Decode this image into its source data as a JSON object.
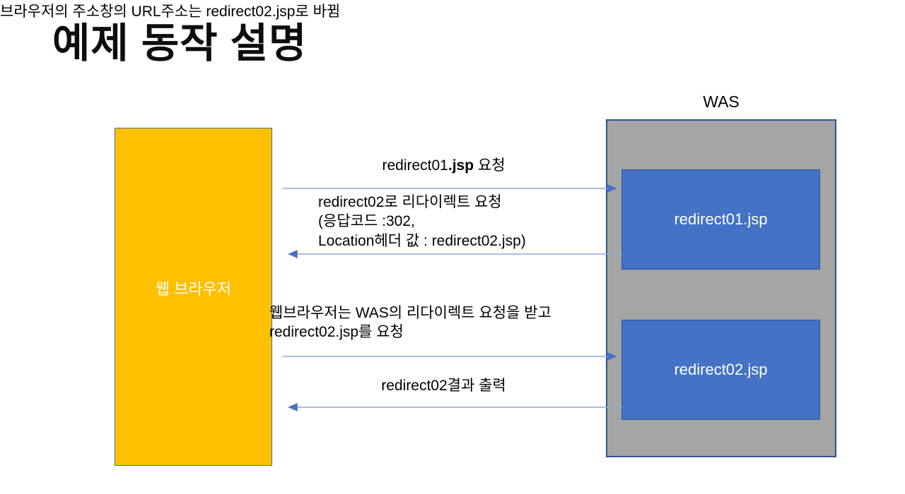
{
  "slide": {
    "title": "예제 동작 설명"
  },
  "browser": {
    "label": "웹 브라우저",
    "fill_color": "#FFC000",
    "text_color": "#FFFFFF"
  },
  "was": {
    "caption": "WAS",
    "fill_color": "#A5A5A5",
    "border_color": "#2E5496",
    "pages": [
      {
        "label": "redirect01.jsp",
        "fill_color": "#4472C4"
      },
      {
        "label": "redirect02.jsp",
        "fill_color": "#4472C4"
      }
    ]
  },
  "flow": {
    "arrow_color": "#5B8FD4",
    "steps": [
      {
        "id": "request-01",
        "direction": "browser-to-was",
        "label_plain": "redirect01.jsp 요청",
        "label_normal": "redirect01",
        "label_bold": ".jsp",
        "label_tail": " 요청"
      },
      {
        "id": "redirect-302",
        "direction": "was-to-browser",
        "label_plain": "redirect02로 리다이렉트 요청\n(응답코드 :302,\nLocation헤더 값 : redirect02.jsp)"
      },
      {
        "id": "request-02",
        "direction": "browser-to-was",
        "label_plain": "웹브라우저는 WAS의 리다이렉트 요청을 받고\nredirect02.jsp를 요청"
      },
      {
        "id": "result-02",
        "direction": "was-to-browser",
        "label_plain": "redirect02결과 출력"
      }
    ]
  },
  "footnote": {
    "text": "브라우저의 주소창의 URL주소는 redirect02.jsp로 바뀜"
  }
}
